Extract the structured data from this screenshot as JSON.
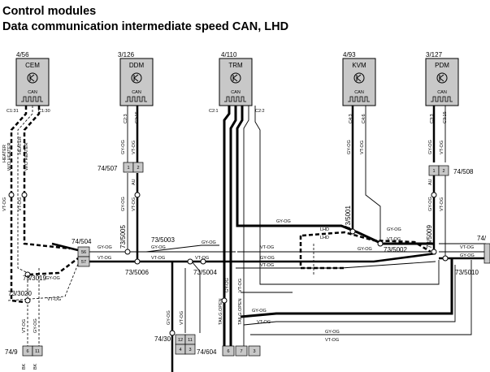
{
  "header": {
    "title": "Control modules",
    "subtitle": "Data communication intermediate speed CAN, LHD"
  },
  "modules": [
    {
      "id": "cem",
      "code": "4/56",
      "name": "CEM",
      "can": "CAN",
      "pins": [
        "C1:31",
        "C1:30"
      ]
    },
    {
      "id": "ddm",
      "code": "3/126",
      "name": "DDM",
      "can": "CAN",
      "pins": [
        "C2:3",
        "C2:15"
      ]
    },
    {
      "id": "trm",
      "code": "4/110",
      "name": "TRM",
      "can": "CAN",
      "pins": [
        "C2:1",
        "C2:2"
      ]
    },
    {
      "id": "kvm",
      "code": "4/93",
      "name": "KVM",
      "can": "CAN",
      "pins": [
        "C4:3",
        "C4:6"
      ]
    },
    {
      "id": "pdm",
      "code": "3/127",
      "name": "PDM",
      "can": "CAN",
      "pins": [
        "C3:3",
        "C3:15"
      ]
    }
  ],
  "connectors": {
    "c74_507": {
      "label": "74/507",
      "pins": [
        "1",
        "2"
      ]
    },
    "c74_508": {
      "label": "74/508",
      "pins": [
        "1",
        "2"
      ]
    },
    "c74_504": {
      "label": "74/504",
      "pins": [
        "56",
        "57"
      ]
    },
    "c74_30": {
      "label": "74/30",
      "pins": [
        "12",
        "11",
        "4",
        "3"
      ]
    },
    "c74_604": {
      "label": "74/604",
      "pins": [
        "6",
        "7",
        "3"
      ]
    },
    "c74_9": {
      "label": "74/9",
      "pins": [
        "6",
        "11"
      ]
    },
    "c74_edge": {
      "label": "74/"
    }
  },
  "splices": {
    "s73_5005": "73/5005",
    "s73_5003": "73/5003",
    "s73_5006": "73/5006",
    "s73_5004": "73/5004",
    "s73_5001": "73/5001",
    "s73_5002": "73/5002",
    "s73_5009": "73/5009",
    "s73_5010": "73/5010",
    "s73_3019": "73/3019",
    "s73_3020": "73/3020"
  },
  "wire_labels": {
    "gy_og": "GY-OG",
    "vt_og": "VT-OG",
    "heater": "HEATER",
    "wo_heater": "W/O HEATER",
    "tailgate_open": "TAILG.OPEN",
    "lhd": "LHD",
    "au": "AU",
    "bk": "BK"
  }
}
